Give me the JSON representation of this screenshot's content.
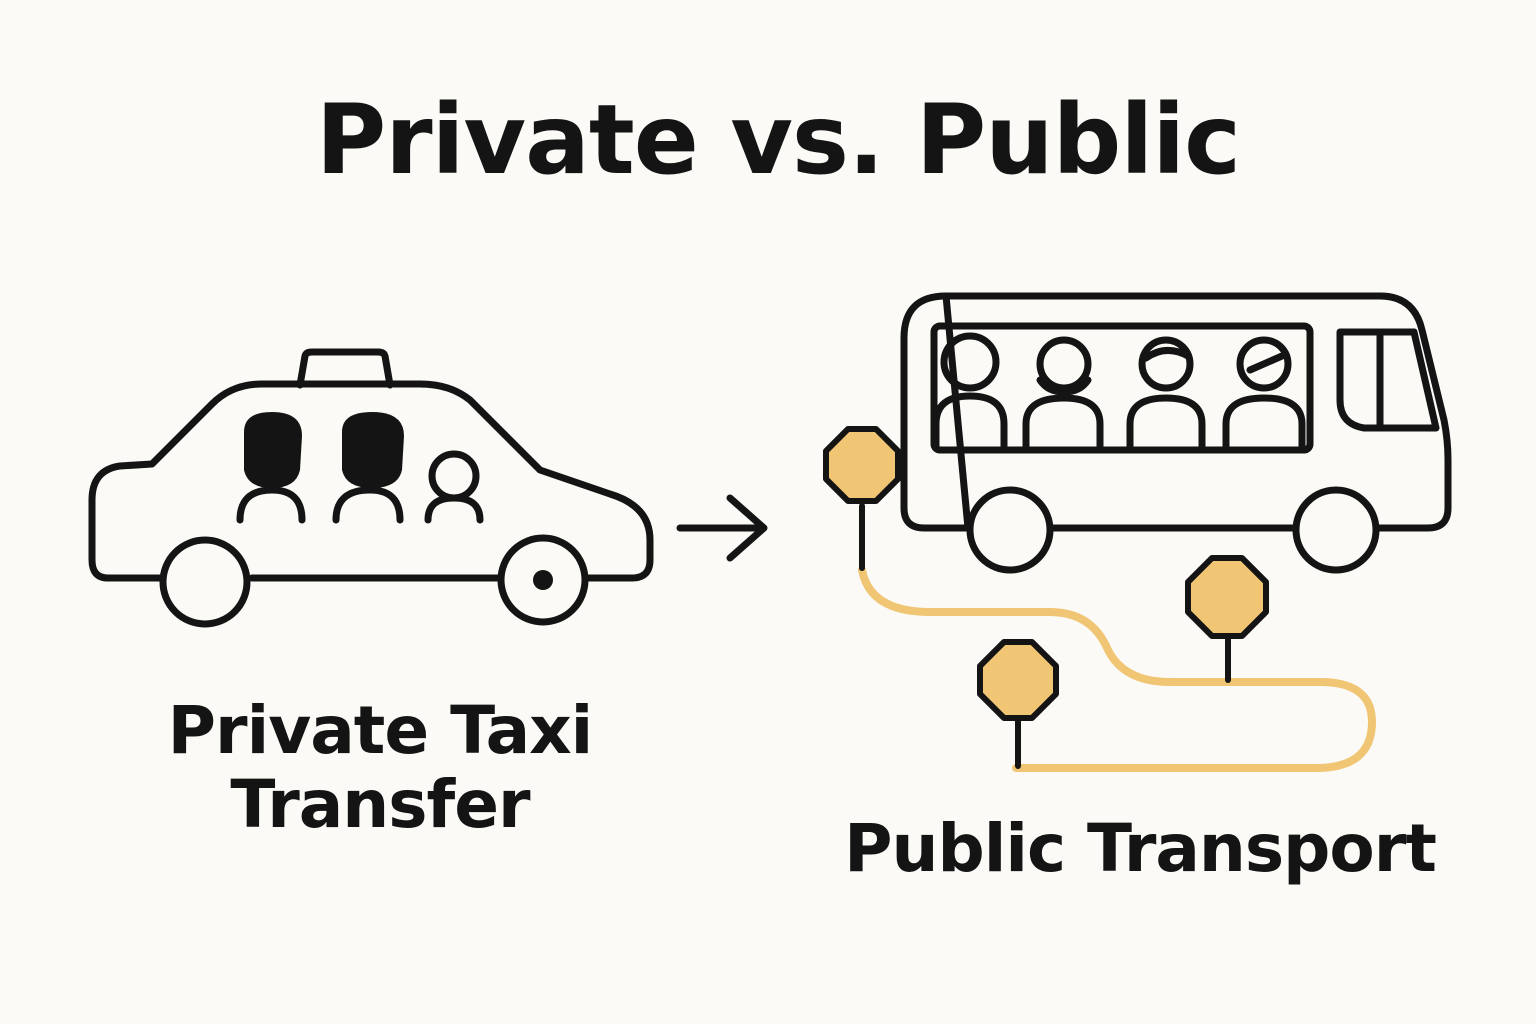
{
  "title": "Private vs. Public",
  "left": {
    "label_line1": "Private Taxi",
    "label_line2": "Transfer",
    "icon": "taxi-icon"
  },
  "right": {
    "label": "Public Transport",
    "icon": "bus-icon"
  },
  "connector_icon": "arrow-right-icon",
  "colors": {
    "background": "#fbfaf7",
    "ink": "#141414",
    "accent": "#f0c674",
    "route": "#f0c674"
  }
}
